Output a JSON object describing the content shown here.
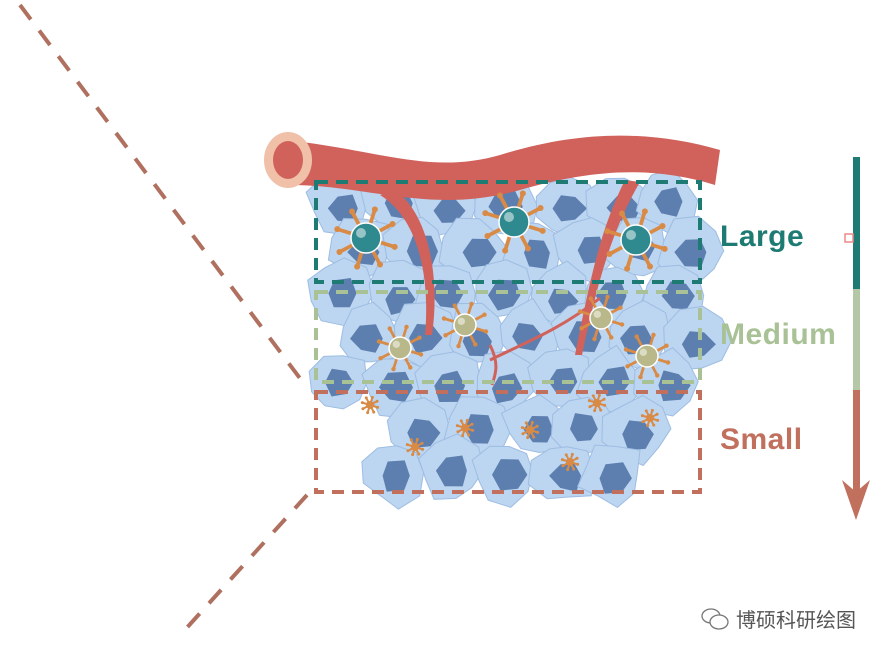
{
  "labels": {
    "large": "Large",
    "medium": "Medium",
    "small": "Small"
  },
  "watermark": "博硕科研绘图",
  "colors": {
    "large": "#1e7b74",
    "medium": "#a8c195",
    "small": "#c0705c",
    "vessel": "#d0625b",
    "cell": "#bcd5f0",
    "nucleus": "#5d7fb0",
    "guide": "#b0705f"
  }
}
